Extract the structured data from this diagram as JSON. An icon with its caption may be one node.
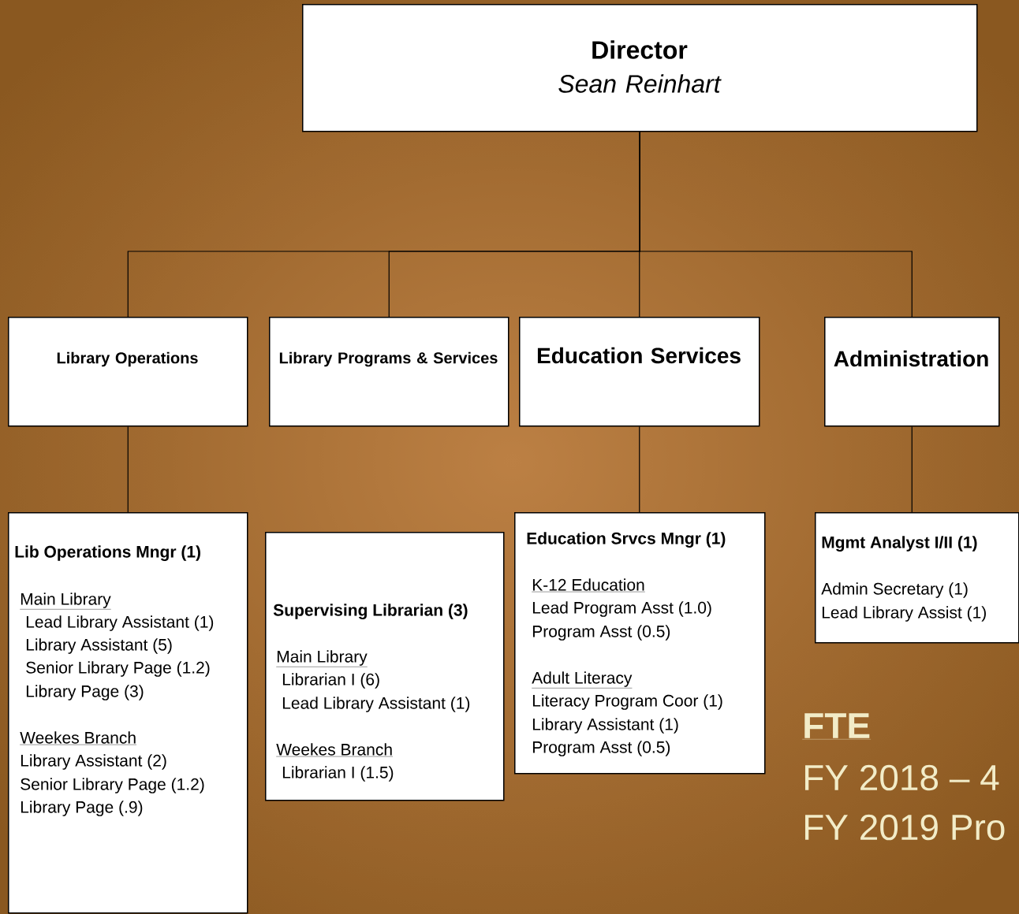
{
  "diagram": {
    "nodes": [
      {
        "text": [
          "Director",
          "Sean Reinhart"
        ]
      },
      {
        "text": [
          "Library Operations"
        ]
      },
      {
        "text": [
          "Library Programs & Services"
        ]
      },
      {
        "text": [
          "Education Services"
        ]
      },
      {
        "text": [
          "Administration"
        ]
      },
      {
        "text": [
          "Lib Operations Mngr (1)",
          "Main Library",
          "Lead Library Assistant (1)",
          "Library Assistant (5)",
          "Senior Library Page (1.2)",
          "Library Page  (3)",
          "Weekes Branch",
          "Library Assistant (2)",
          "Senior Library Page (1.2)",
          "Library Page (.9)"
        ]
      },
      {
        "text": [
          "Supervising Librarian (3)",
          "Main Library",
          "Librarian I (6)",
          "Lead Library Assistant (1)",
          "Weekes Branch",
          "Librarian I (1.5)"
        ]
      },
      {
        "text": [
          "Education Srvcs Mngr (1)",
          "K-12 Education",
          "Lead Program Asst (1.0)",
          "Program Asst (0.5)",
          "Adult Literacy",
          "Literacy Program Coor (1)",
          "Library Assistant (1)",
          "Program Asst (0.5)"
        ]
      },
      {
        "text": [
          "Mgmt Analyst I/II (1)",
          "Admin Secretary (1)",
          "Lead Library Assist (1)"
        ]
      }
    ],
    "edges": [
      {
        "from": 0,
        "to": 1,
        "arrow": "none"
      },
      {
        "from": 0,
        "to": 2,
        "arrow": "none"
      },
      {
        "from": 0,
        "to": 3,
        "arrow": "none"
      },
      {
        "from": 0,
        "to": 4,
        "arrow": "none"
      },
      {
        "from": 1,
        "to": 5,
        "arrow": "none"
      },
      {
        "from": 3,
        "to": 7,
        "arrow": "none"
      },
      {
        "from": 4,
        "to": 8,
        "arrow": "none"
      }
    ],
    "labels": [
      "FTE",
      "FY 2018 – 4",
      "FY 2019 Pro"
    ]
  }
}
